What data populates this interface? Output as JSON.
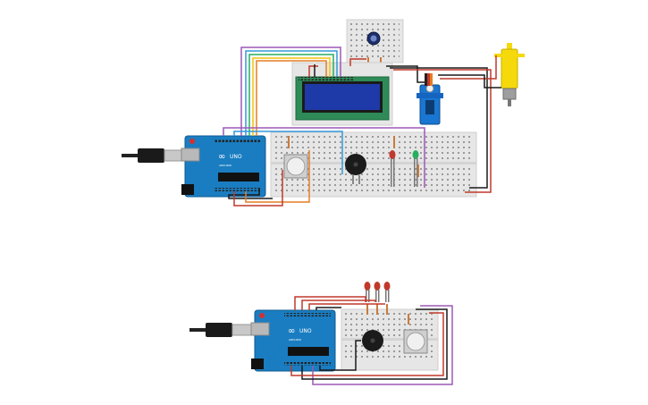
{
  "circuit_top": {
    "arduino": {
      "logo": "∞",
      "model": "UNO",
      "brand": "ARDUINO"
    },
    "lcd": {
      "text": ""
    },
    "wire_colors": [
      "#9b59b6",
      "#e67e22",
      "#3498db",
      "#f1c40f",
      "#c0392b",
      "#1a1a1a",
      "#27ae60"
    ],
    "components": [
      "potentiometer",
      "lcd-16x2",
      "servo",
      "dc-motor",
      "button",
      "buzzer",
      "red-led",
      "green-led",
      "usb-cable"
    ]
  },
  "circuit_bottom": {
    "arduino": {
      "logo": "∞",
      "model": "UNO",
      "brand": "ARDUINO"
    },
    "components": [
      "red-led",
      "red-led",
      "red-led",
      "buzzer",
      "button",
      "usb-cable"
    ]
  },
  "colors": {
    "board_blue": "#1a7dc1",
    "breadboard": "#e6e6e6",
    "lcd_screen": "#1e3aa8",
    "lcd_pcb": "#2e8b57",
    "motor_yellow": "#f5d90a"
  }
}
